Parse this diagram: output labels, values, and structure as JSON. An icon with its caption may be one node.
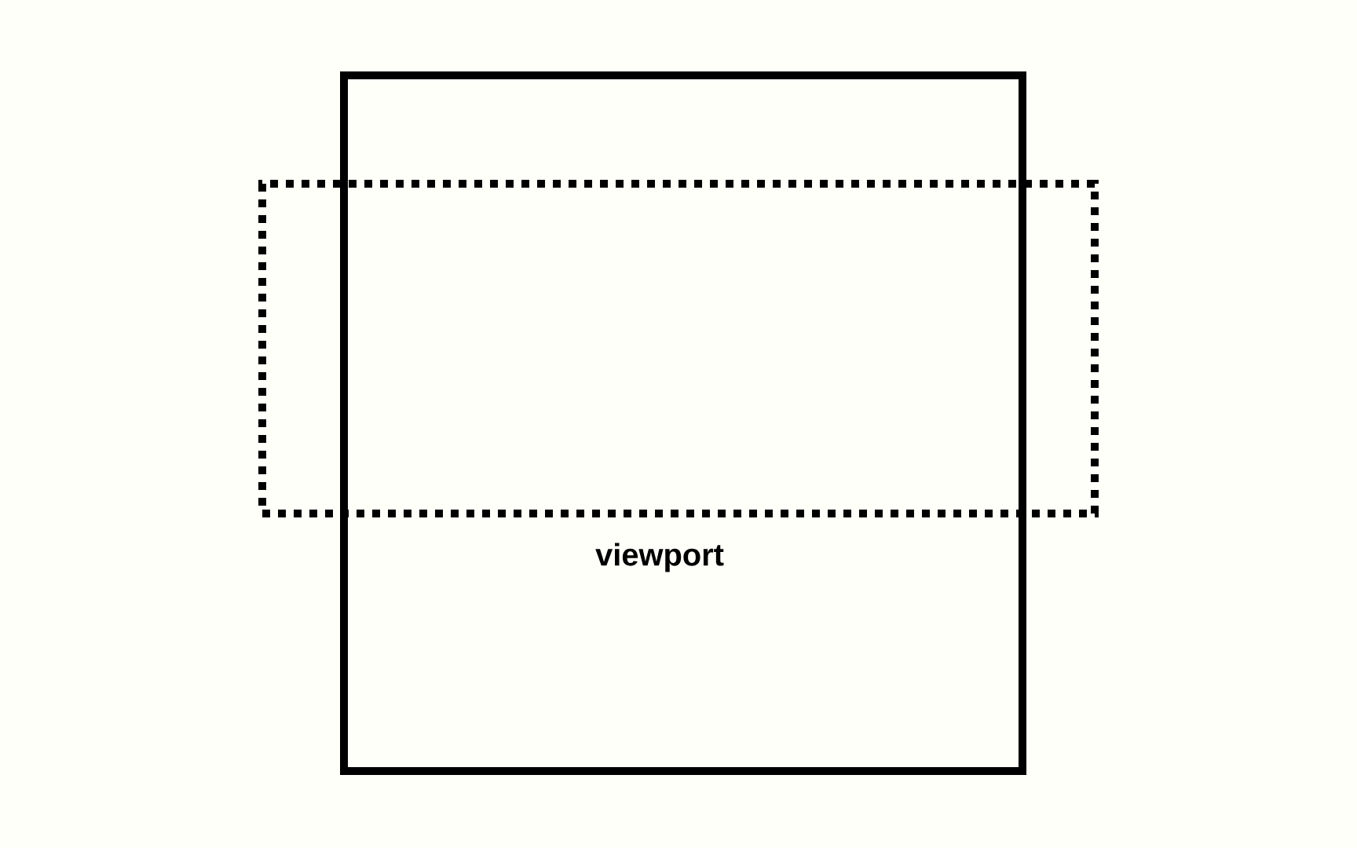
{
  "diagram": {
    "nodes": [
      {
        "text": [],
        "shape": "box"
      },
      {
        "text": [],
        "shape": "box"
      }
    ],
    "labels": [
      "viewport"
    ]
  }
}
